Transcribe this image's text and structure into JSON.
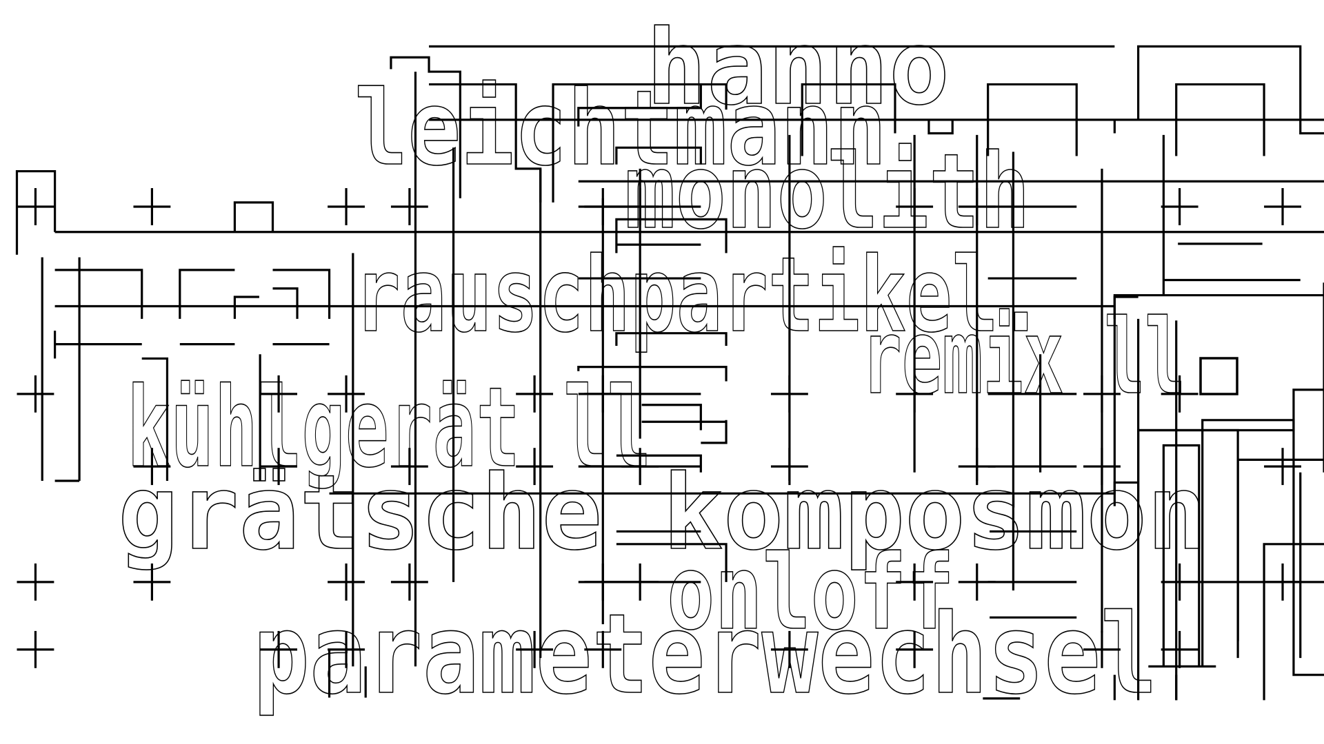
{
  "artwork": {
    "background": "#ffffff",
    "ink": "#000000",
    "words": [
      {
        "text": "hanno"
      },
      {
        "text": "leichtmann"
      },
      {
        "text": "monolith"
      },
      {
        "text": "rauschpartikel."
      },
      {
        "text": "remix ll"
      },
      {
        "text": "kühlgerät ll"
      },
      {
        "text": "grätsche komposmon"
      },
      {
        "text": "onloff"
      },
      {
        "text": "parameterwechsel"
      }
    ]
  }
}
